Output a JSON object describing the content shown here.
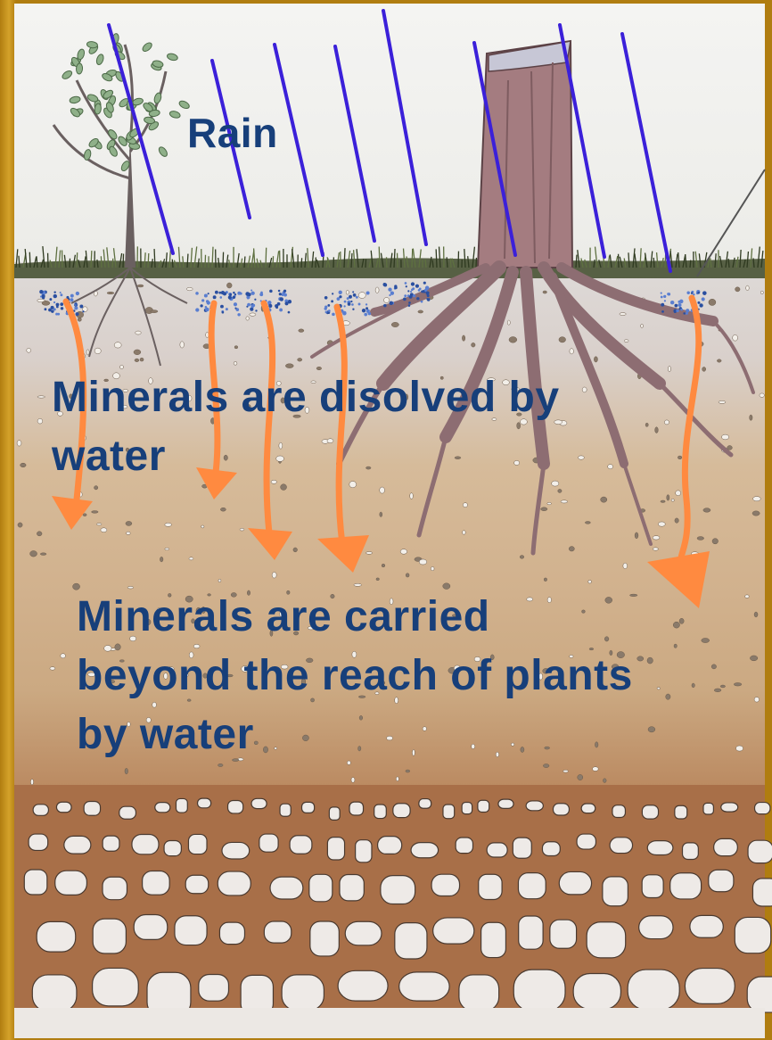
{
  "labels": {
    "rain": "Rain",
    "dissolved_line1": "Minerals are disolved by",
    "dissolved_line2": "water",
    "carried_line1": "Minerals are carried",
    "carried_line2": "beyond the reach of plants",
    "carried_line3": "by water"
  },
  "colors": {
    "frame": "#c89a1e",
    "sky": "#f1f1ee",
    "topsoil": "#dcd6d2",
    "subsoil": "#d8bf9f",
    "clay": "#a46a42",
    "rock": "#ece8e4",
    "rain_line": "#3b20d9",
    "arrow": "#ff8a40",
    "label_text": "#173f7a",
    "trunk": "#a07a7e",
    "roots": "#8a6a6e"
  },
  "icons": {
    "tree": "small-tree-icon",
    "stump": "tree-stump-icon",
    "rain": "rain-line-icon",
    "arrow": "down-arrow-icon"
  }
}
